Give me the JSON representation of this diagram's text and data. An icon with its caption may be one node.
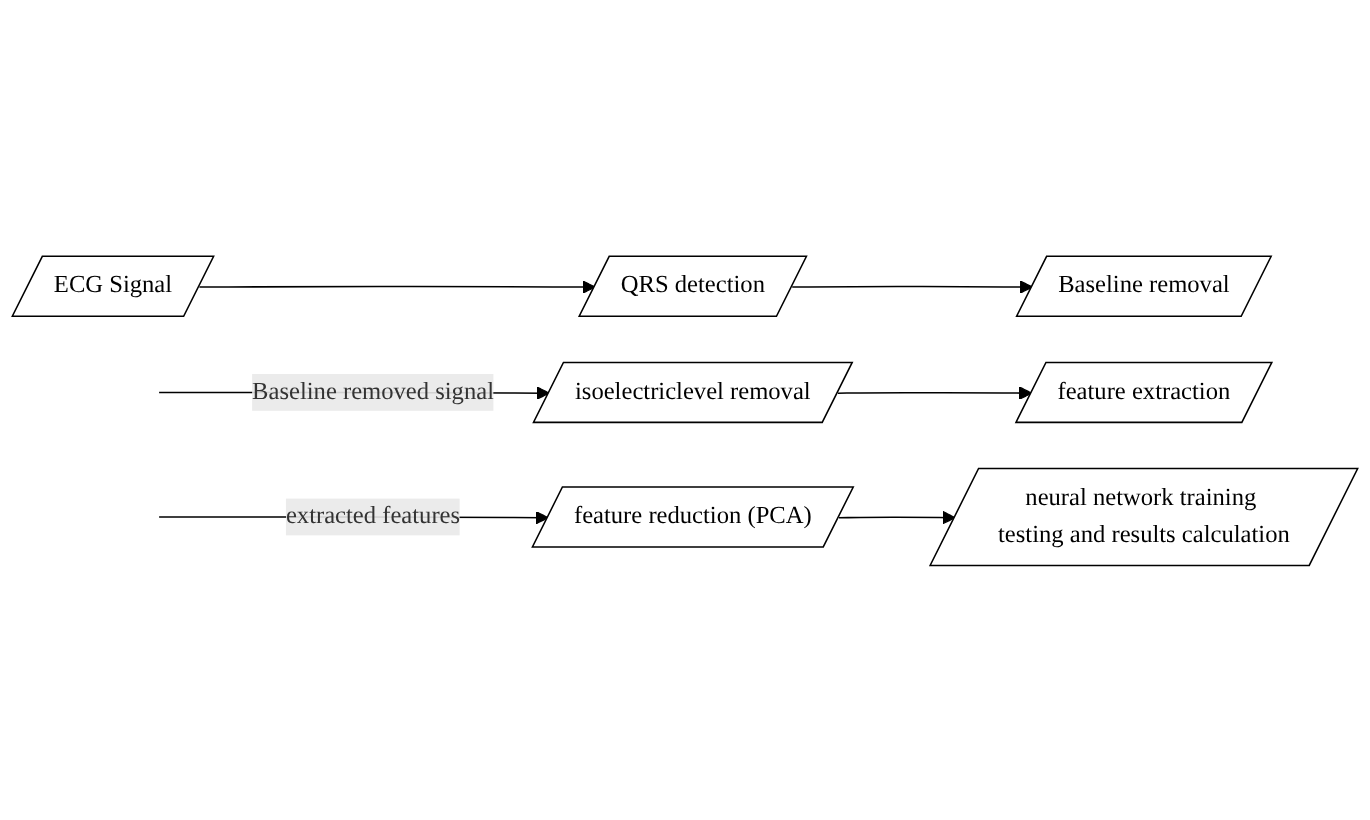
{
  "diagram": {
    "nodes": [
      {
        "text": [
          "ECG Signal"
        ]
      },
      {
        "text": [
          "QRS detection"
        ]
      },
      {
        "text": [
          "Baseline removal"
        ]
      },
      {
        "text": [
          "isoelectriclevel removal"
        ]
      },
      {
        "text": [
          "feature extraction"
        ]
      },
      {
        "text": [
          "feature reduction (PCA)"
        ]
      },
      {
        "text": [
          "neural network training testing and results calculation"
        ]
      }
    ],
    "edges": [
      {
        "from": 0,
        "to": 1,
        "arrow": "to"
      },
      {
        "from": 1,
        "to": 2,
        "arrow": "to"
      },
      {
        "from": null,
        "to": 3,
        "arrow": "to",
        "label": "Baseline removed signal"
      },
      {
        "from": 3,
        "to": 4,
        "arrow": "to"
      },
      {
        "from": null,
        "to": 5,
        "arrow": "to",
        "label": "extracted features"
      },
      {
        "from": 5,
        "to": 6,
        "arrow": "to"
      }
    ]
  }
}
